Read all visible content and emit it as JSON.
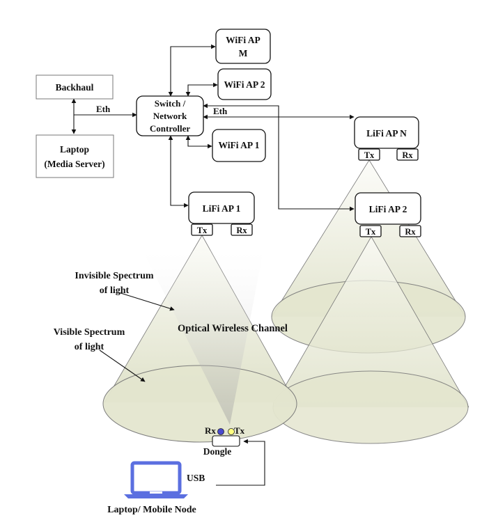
{
  "nodes": {
    "backhaul": "Backhaul",
    "laptop_line1": "Laptop",
    "laptop_line2": "(Media Server)",
    "switch_line1": "Switch /",
    "switch_line2": "Network",
    "switch_line3": "Controller",
    "wifi_m_line1": "WiFi AP",
    "wifi_m_line2": "M",
    "wifi_2": "WiFi AP 2",
    "wifi_1": "WiFi AP 1",
    "lifi_1": "LiFi AP 1",
    "lifi_2": "LiFi AP 2",
    "lifi_n": "LiFi AP N",
    "tx": "Tx",
    "rx": "Rx"
  },
  "links": {
    "eth_left": "Eth",
    "eth_right": "Eth",
    "usb": "USB"
  },
  "annotations": {
    "invisible_line1": "Invisible Spectrum",
    "invisible_line2": "of light",
    "visible_line1": "Visible Spectrum",
    "visible_line2": "of light",
    "channel": "Optical Wireless Channel",
    "dongle": "Dongle",
    "dongle_rx": "Rx",
    "dongle_tx": "Tx",
    "mobile_node": "Laptop/ Mobile Node"
  },
  "colors": {
    "cone_fill": "#e6e8d2",
    "ellipse_fill": "#e4e6cf",
    "beam_grey": "#c8c8c8",
    "laptop_icon": "#5b6fe0",
    "led_blue": "#4a4ad0",
    "led_yellow": "#ffff80"
  }
}
